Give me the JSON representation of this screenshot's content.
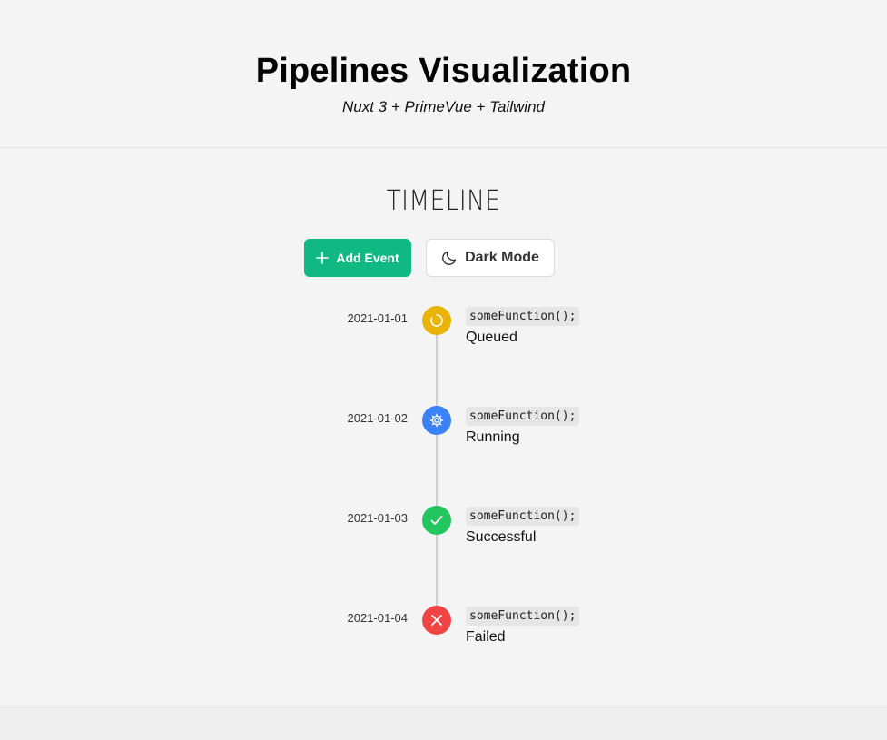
{
  "header": {
    "title": "Pipelines Visualization",
    "subtitle": "Nuxt 3 + PrimeVue + Tailwind"
  },
  "main": {
    "section_title": "TIMELINE",
    "buttons": {
      "add_event_label": "Add Event",
      "add_event_icon": "plus-icon",
      "dark_mode_label": "Dark Mode",
      "dark_mode_icon": "moon-icon"
    },
    "events": [
      {
        "date": "2021-01-01",
        "code": "someFunction();",
        "status": "Queued",
        "icon": "spinner-icon",
        "color": "#eab308"
      },
      {
        "date": "2021-01-02",
        "code": "someFunction();",
        "status": "Running",
        "icon": "gear-icon",
        "color": "#3b82f6"
      },
      {
        "date": "2021-01-03",
        "code": "someFunction();",
        "status": "Successful",
        "icon": "check-icon",
        "color": "#22c55e"
      },
      {
        "date": "2021-01-04",
        "code": "someFunction();",
        "status": "Failed",
        "icon": "close-icon",
        "color": "#ef4444"
      }
    ]
  },
  "colors": {
    "accent": "#10b981",
    "background": "#f4f4f4"
  }
}
